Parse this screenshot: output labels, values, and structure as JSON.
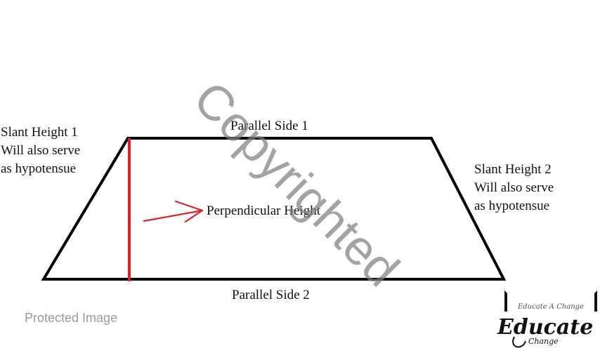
{
  "labels": {
    "slant_height_1": [
      "Slant Height 1",
      "Will also serve",
      "as hypotensue"
    ],
    "slant_height_2": [
      "Slant Height 2",
      "Will also serve",
      "as hypotensue"
    ],
    "parallel_side_1": "Parallel Side 1",
    "parallel_side_2": "Parallel Side 2",
    "perpendicular_height": "Perpendicular Height"
  },
  "watermark": "Copyrighted",
  "protected_text": "Protected Image",
  "logo": {
    "text": "Educate",
    "tagline": "Educate A Change",
    "subtext": "Change"
  },
  "colors": {
    "trapezoid": "#000000",
    "perpendicular": "#e0202a",
    "arrow": "#e0202a",
    "watermark": "#808080",
    "protected_text": "#9a9a9a"
  }
}
